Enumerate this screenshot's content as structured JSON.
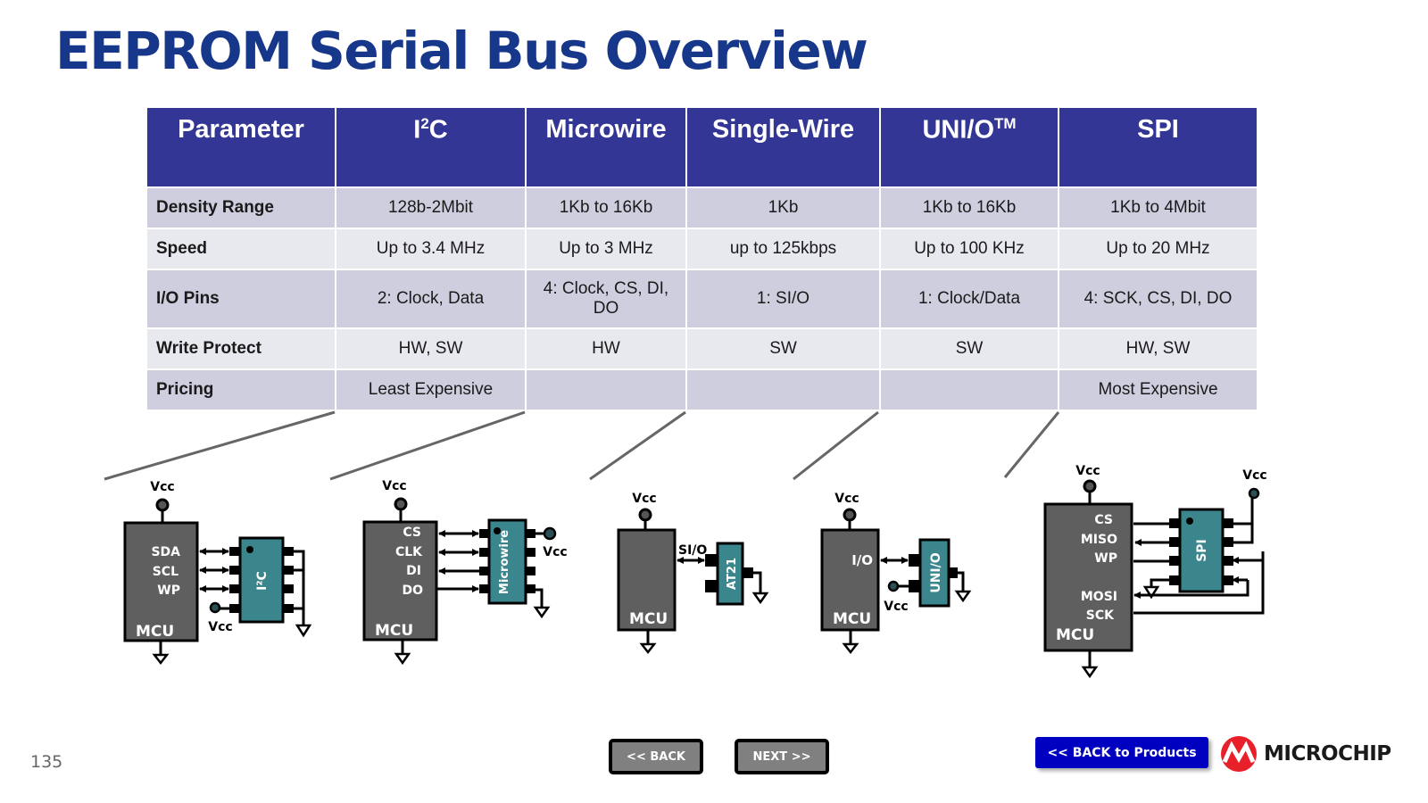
{
  "title": "EEPROM Serial Bus Overview",
  "table": {
    "headers": [
      {
        "text": "Parameter",
        "sup": ""
      },
      {
        "text": "I",
        "sup": "2",
        "after": "C"
      },
      {
        "text": "Microwire",
        "sup": ""
      },
      {
        "text": "Single-Wire",
        "sup": ""
      },
      {
        "text": "UNI/O",
        "sup": "TM"
      },
      {
        "text": "SPI",
        "sup": ""
      }
    ],
    "rows": [
      {
        "param": "Density Range",
        "values": [
          "128b-2Mbit",
          "1Kb to 16Kb",
          "1Kb",
          "1Kb to 16Kb",
          "1Kb to 4Mbit"
        ]
      },
      {
        "param": "Speed",
        "values": [
          "Up to 3.4 MHz",
          "Up to 3 MHz",
          "up to 125kbps",
          "Up to 100 KHz",
          "Up to 20 MHz"
        ]
      },
      {
        "param": "I/O Pins",
        "values": [
          "2: Clock, Data",
          "4: Clock, CS, DI, DO",
          "1: SI/O",
          "1: Clock/Data",
          "4: SCK, CS, DI, DO"
        ]
      },
      {
        "param": "Write Protect",
        "values": [
          "HW, SW",
          "HW",
          "SW",
          "SW",
          "HW, SW"
        ]
      },
      {
        "param": "Pricing",
        "values": [
          "Least Expensive",
          "",
          "",
          "",
          "Most Expensive"
        ]
      }
    ]
  },
  "diagrams": {
    "vcc": "Vcc",
    "mcu": "MCU",
    "i2c": {
      "pins": [
        "SDA",
        "SCL",
        "WP"
      ],
      "chip": "I²C"
    },
    "microwire": {
      "pins": [
        "CS",
        "CLK",
        "DI",
        "DO"
      ],
      "chip": "Microwire"
    },
    "singlewire": {
      "signal": "SI/O",
      "chip": "AT21"
    },
    "unio": {
      "signal": "I/O",
      "chip": "UNI/O"
    },
    "spi": {
      "pins": [
        "CS",
        "MISO",
        "WP",
        "MOSI",
        "SCK"
      ],
      "chip": "SPI"
    }
  },
  "footer": {
    "page_number": "135",
    "back_label": "<< BACK",
    "next_label": "NEXT >>",
    "back_to_products_label": "<< BACK to Products",
    "brand": "MICROCHIP"
  },
  "colors": {
    "title": "#17378a",
    "header_bg": "#343695",
    "row_dark": "#cecedf",
    "row_light": "#e8e8ef",
    "chip_teal": "#3a868c",
    "mcu_gray": "#5f5f5f",
    "brand_red": "#e8202a",
    "button_blue": "#0000c0"
  }
}
